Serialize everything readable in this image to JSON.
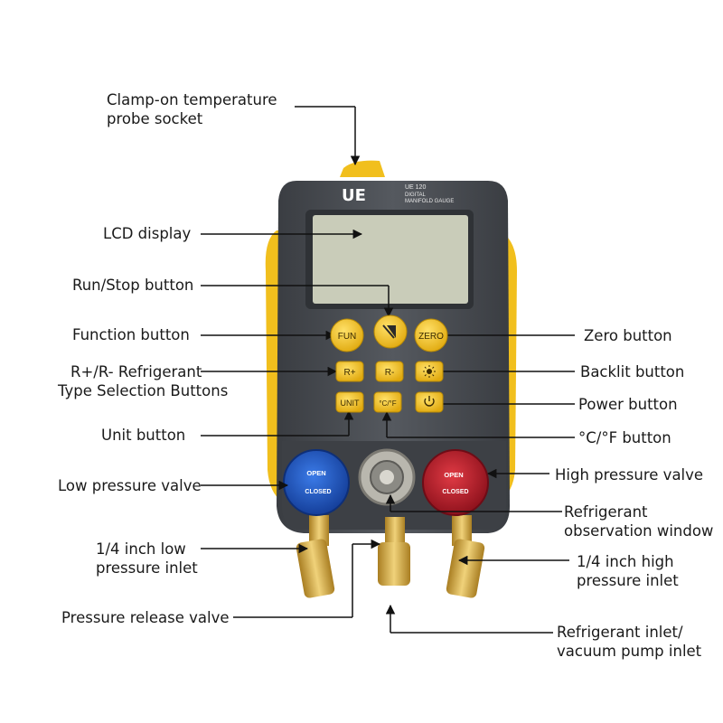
{
  "device": {
    "brand_logo": "UE",
    "model": "UE 120",
    "subtitle_line1": "DIGITAL",
    "subtitle_line2": "MANIFOLD GAUGE"
  },
  "buttons": {
    "fun": "FUN",
    "runstop_icon": "run-stop-icon",
    "zero": "ZERO",
    "r_plus": "R+",
    "r_minus": "R-",
    "backlight_icon": "sun-icon",
    "unit": "UNIT",
    "cf": "°C/°F",
    "power_icon": "power-icon"
  },
  "valves": {
    "low_open": "OPEN",
    "low_closed": "CLOSED",
    "high_open": "OPEN",
    "high_closed": "CLOSED"
  },
  "colors": {
    "body": "#4a4d52",
    "accent_yellow": "#f4c41f",
    "low_valve": "#1f56c4",
    "high_valve": "#c21f2e",
    "brass": "#d9b24a",
    "lcd": "#c8ccb8"
  },
  "labels": {
    "clamp_probe": [
      "Clamp-on temperature",
      "probe socket"
    ],
    "lcd_display": "LCD display",
    "run_stop": "Run/Stop button",
    "function": "Function button",
    "refrigerant_select": [
      "R+/R- Refrigerant",
      "Type Selection Buttons"
    ],
    "unit": "Unit button",
    "low_valve": "Low pressure valve",
    "low_inlet": [
      "1/4 inch low",
      "pressure inlet"
    ],
    "release_valve": "Pressure release valve",
    "zero": "Zero button",
    "backlit": "Backlit button",
    "power": "Power button",
    "cf": "°C/°F button",
    "high_valve": "High pressure valve",
    "observation": [
      "Refrigerant",
      "observation window"
    ],
    "high_inlet": [
      "1/4 inch high",
      "pressure inlet"
    ],
    "refrigerant_inlet": [
      "Refrigerant inlet/",
      "vacuum pump inlet"
    ]
  }
}
